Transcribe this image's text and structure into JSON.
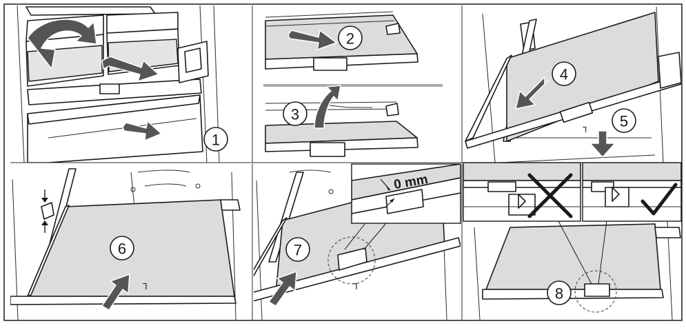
{
  "figure": {
    "steps": [
      "1",
      "2",
      "3",
      "4",
      "5",
      "6",
      "7",
      "8"
    ],
    "gap_label": "0 mm",
    "wrong_symbol": "✗",
    "right_symbol": "✓",
    "colors": {
      "glass": "#dcdcdc",
      "arrow": "#555555",
      "line": "#1a1a1a",
      "background": "#ffffff"
    }
  }
}
